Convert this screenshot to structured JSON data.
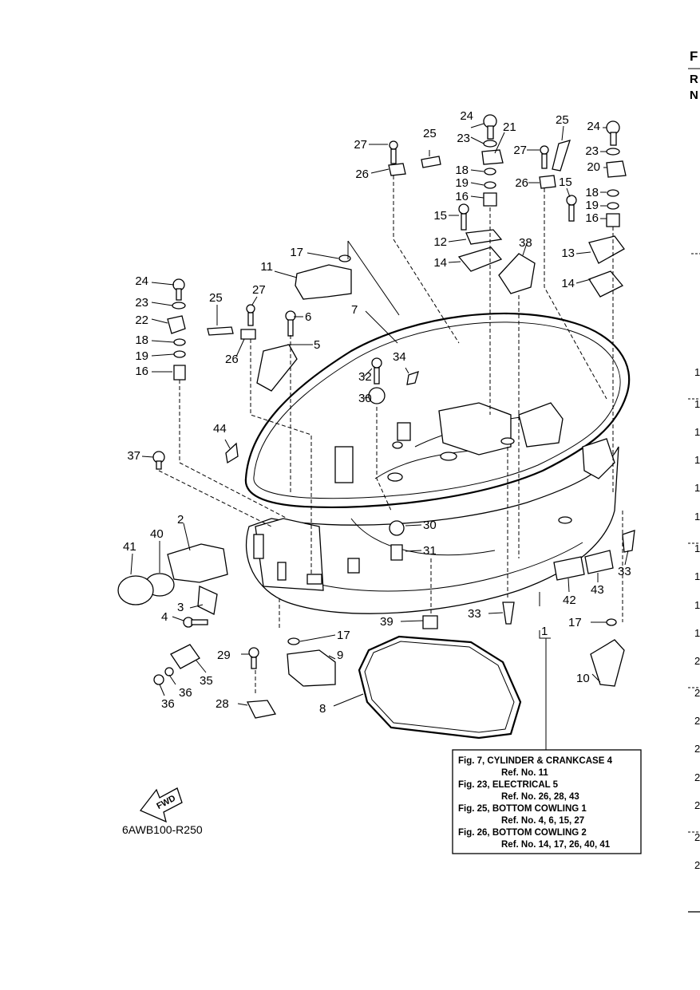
{
  "diagram_code": "6AWB100-R250",
  "fwd_label": "FWD",
  "edge_text": {
    "top_letters": [
      "F",
      "R",
      "N"
    ],
    "numbers": [
      "1",
      "1",
      "1",
      "1",
      "1",
      "1",
      "1",
      "1",
      "1",
      "1",
      "2",
      "2",
      "2",
      "2",
      "2",
      "2",
      "2",
      "2"
    ]
  },
  "callouts": [
    "24",
    "23",
    "21",
    "25",
    "27",
    "26",
    "18",
    "19",
    "16",
    "15",
    "12",
    "14",
    "38",
    "25",
    "24",
    "27",
    "23",
    "20",
    "26",
    "15",
    "18",
    "19",
    "16",
    "13",
    "14",
    "17",
    "11",
    "24",
    "23",
    "25",
    "27",
    "22",
    "18",
    "19",
    "16",
    "6",
    "5",
    "26",
    "7",
    "34",
    "32",
    "30",
    "44",
    "37",
    "2",
    "40",
    "41",
    "3",
    "4",
    "30",
    "31",
    "39",
    "33",
    "42",
    "43",
    "33",
    "17",
    "1",
    "17",
    "29",
    "9",
    "35",
    "36",
    "36",
    "28",
    "8",
    "10"
  ],
  "ref_box": {
    "lines": [
      "Fig. 7, CYLINDER & CRANKCASE 4",
      "Ref. No. 11",
      "Fig. 23, ELECTRICAL 5",
      "Ref. No. 26, 28, 43",
      "Fig. 25, BOTTOM COWLING 1",
      "Ref. No. 4, 6, 15, 27",
      "Fig. 26, BOTTOM COWLING 2",
      "Ref. No. 14, 17, 26, 40, 41"
    ]
  }
}
